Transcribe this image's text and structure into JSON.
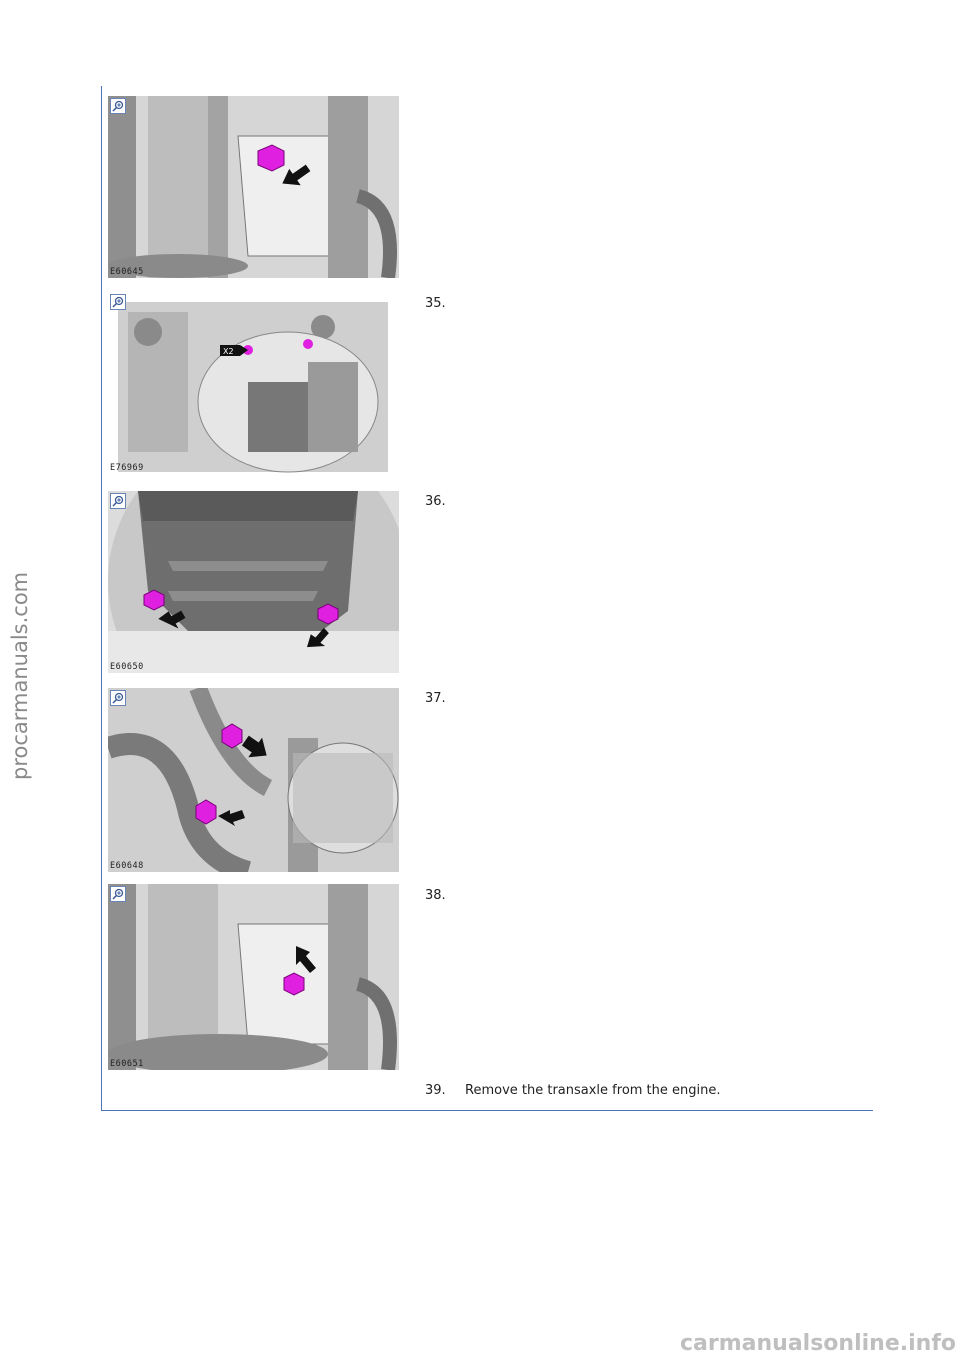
{
  "figures": [
    {
      "code": "E60645"
    },
    {
      "code": "E76969"
    },
    {
      "code": "E60650"
    },
    {
      "code": "E60648"
    },
    {
      "code": "E60651"
    }
  ],
  "steps": [
    {
      "number": "35."
    },
    {
      "number": "36."
    },
    {
      "number": "37."
    },
    {
      "number": "38."
    },
    {
      "number": "39.",
      "text": "Remove the transaxle from the engine."
    }
  ],
  "callout_label": "X2",
  "icons": {
    "zoom": "zoom-in-icon"
  },
  "colors": {
    "frame": "#4f73b8",
    "bolt": "#e020e0",
    "arrow": "#111111"
  },
  "watermarks": {
    "side": "procarmanuals.com",
    "bottom": "carmanualsonline.info"
  }
}
